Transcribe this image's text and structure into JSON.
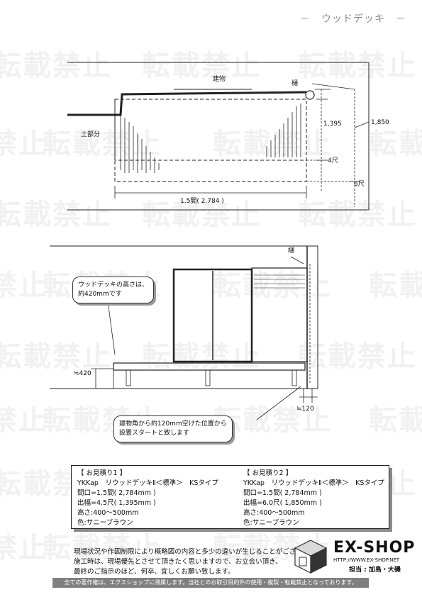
{
  "title": "－　ウッドデッキ　－",
  "watermark": "転載禁止",
  "plan_view": {
    "building_label": "建物",
    "gutter_label": "樋",
    "soil_label": "土部分",
    "dim_1395": "1,395",
    "dim_1850": "1,850",
    "dim_4shaku": "4尺",
    "dim_6shaku": "6尺",
    "dim_width": "1.5間( 2.784 )"
  },
  "elevation_view": {
    "gutter_label": "樋",
    "dim_height": "≒420",
    "dim_offset": "≒120",
    "callout_height": [
      "ウッドデッキの高さは、",
      "約420mmです"
    ],
    "callout_start": [
      "建物角から約120mm空けた位置から",
      "設置スタートと致します"
    ]
  },
  "estimates": [
    {
      "heading": "【 お見積り1 】",
      "lines": [
        "YKKap　リウッドデッキⅡ＜標準＞　KSタイプ",
        "間口=1.5間( 2,784mm )",
        "出幅=4.5尺( 1,395mm )",
        "高さ:400～500mm",
        "色:サニーブラウン"
      ]
    },
    {
      "heading": "【 お見積り2 】",
      "lines": [
        "YKKap　リウッドデッキⅡ＜標準＞　KSタイプ",
        "間口=1.5間( 2,784mm )",
        "出幅=6.0尺( 1,850mm )",
        "高さ:400～500mm",
        "色:サニーブラウン"
      ]
    }
  ],
  "notes": [
    "現場状況や作図制限により概略図の内容と多少の違いが生じることがございます。",
    "施工時は、現場優先とさせて頂きたく思いますので、お立会い頂き、",
    "最終のご指示のほど、何卒、宜しくお願い致します。"
  ],
  "logo": {
    "name": "EX-SHOP",
    "url": "HTTP://WWW.EX-SHOP.NET",
    "staff": "担当 : 加島・大磯"
  },
  "footer": "全ての著作権は、エクスショップに帰属します。当社とのお取引目的外の使用・複製・転載禁止となっております。",
  "colors": {
    "line": "#222222",
    "watermark": "#f1f1f1",
    "footer_bg": "#808080",
    "title": "#8a8a8a"
  }
}
